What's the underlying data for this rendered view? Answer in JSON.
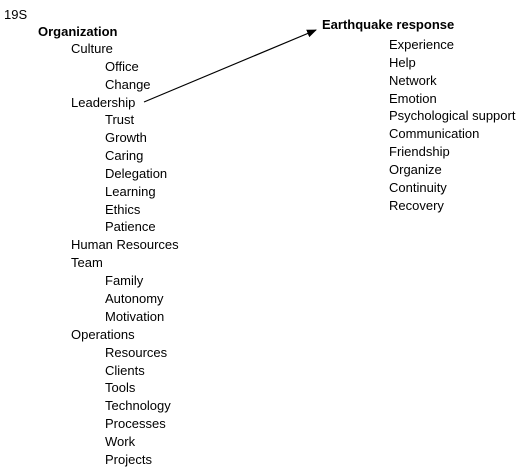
{
  "figure_label": "19S",
  "left_tree": {
    "root": "Organization",
    "groups": [
      {
        "label": "Culture",
        "children": [
          "Office",
          "Change"
        ]
      },
      {
        "label": "Leadership",
        "children": [
          "Trust",
          "Growth",
          "Caring",
          "Delegation",
          "Learning",
          "Ethics",
          "Patience"
        ]
      },
      {
        "label": "Human Resources",
        "children": []
      },
      {
        "label": "Team",
        "children": [
          "Family",
          "Autonomy",
          "Motivation"
        ]
      },
      {
        "label": "Operations",
        "children": [
          "Resources",
          "Clients",
          "Tools",
          "Technology",
          "Processes",
          "Work",
          "Projects"
        ]
      }
    ]
  },
  "right_tree": {
    "root": "Earthquake response",
    "children": [
      "Experience",
      "Help",
      "Network",
      "Emotion",
      "Psychological support",
      "Communication",
      "Friendship",
      "Organize",
      "Continuity",
      "Recovery"
    ]
  },
  "colors": {
    "text": "#000000",
    "arrow": "#000000",
    "background": "#ffffff"
  }
}
